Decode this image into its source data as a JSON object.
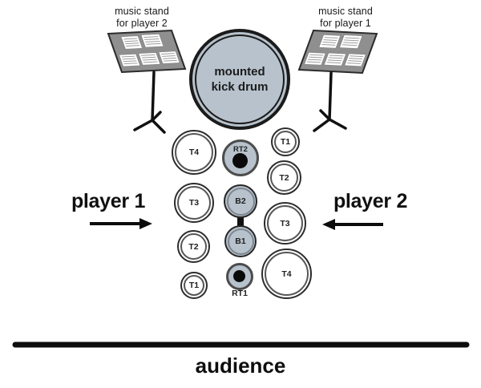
{
  "diagram": {
    "stands": {
      "left": {
        "line1": "music stand",
        "line2": "for player 2"
      },
      "right": {
        "line1": "music stand",
        "line2": "for player 1"
      }
    },
    "kick_drum": {
      "line1": "mounted",
      "line2": "kick drum"
    },
    "players": {
      "p1": {
        "label": "player 1",
        "arrow": "right"
      },
      "p2": {
        "label": "player 2",
        "arrow": "left"
      }
    },
    "drums": {
      "left_column": [
        "T4",
        "T3",
        "T2",
        "T1"
      ],
      "center_column": [
        "RT2",
        "B2",
        "B1",
        "RT1"
      ],
      "right_column": [
        "T1",
        "T2",
        "T3",
        "T4"
      ]
    },
    "audience_label": "audience",
    "colors": {
      "drum_fill_gray_blue": "#b7c2cc",
      "stand_desk_gray": "#8f8f8f",
      "outline_black": "#1b1b1b"
    }
  }
}
